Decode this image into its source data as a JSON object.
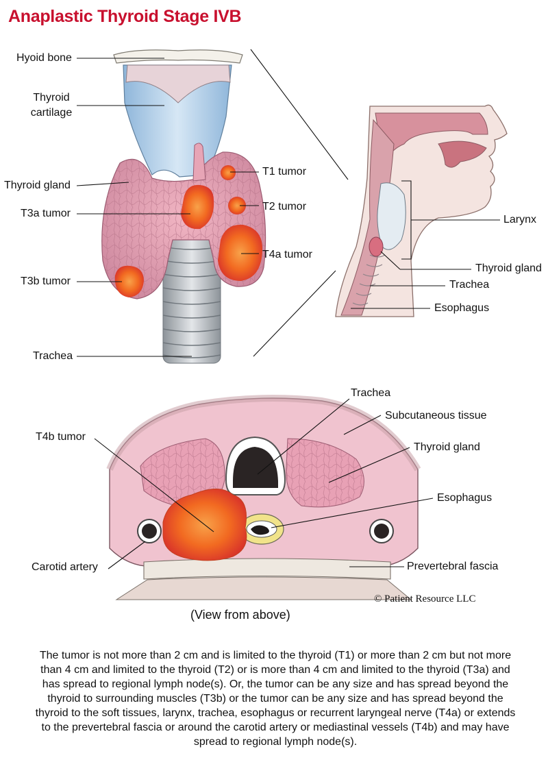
{
  "title": "Anaplastic Thyroid Stage IVB",
  "front_view": {
    "labels": {
      "hyoid_bone": "Hyoid bone",
      "thyroid_cartilage_1": "Thyroid",
      "thyroid_cartilage_2": "cartilage",
      "thyroid_gland": "Thyroid gland",
      "t3a_tumor": "T3a tumor",
      "t3b_tumor": "T3b tumor",
      "trachea": "Trachea",
      "t1_tumor": "T1 tumor",
      "t2_tumor": "T2 tumor",
      "t4a_tumor": "T4a tumor"
    }
  },
  "side_view": {
    "labels": {
      "larynx": "Larynx",
      "thyroid_gland": "Thyroid gland",
      "trachea": "Trachea",
      "esophagus": "Esophagus"
    }
  },
  "cross_section": {
    "labels": {
      "trachea": "Trachea",
      "subcutaneous_tissue": "Subcutaneous tissue",
      "thyroid_gland": "Thyroid gland",
      "t4b_tumor": "T4b tumor",
      "esophagus": "Esophagus",
      "carotid_artery": "Carotid artery",
      "prevertebral_fascia": "Prevertebral fascia"
    },
    "view_note": "(View from above)"
  },
  "copyright": "© Patient Resource LLC",
  "caption": "The tumor is not more than 2 cm and is limited to the thyroid (T1) or more than 2 cm but not more than 4 cm and limited to the thyroid (T2) or is more than 4 cm and limited to the thyroid (T3a) and has spread to regional lymph node(s). Or, the tumor can be any size and has spread beyond the thyroid to surrounding muscles (T3b) or the tumor can be any size and has spread beyond the thyroid to the soft tissues, larynx, trachea, esophagus or recurrent laryngeal nerve (T4a) or extends to the prevertebral fascia or around the carotid artery or mediastinal vessels (T4b) and may have spread to regional lymph node(s).",
  "colors": {
    "title": "#c8102e",
    "gland": "#e9a3b3",
    "tumor": "#f26a21",
    "cartilage": "#b9d6ee",
    "trachea_rings": "#c4c8cc"
  }
}
